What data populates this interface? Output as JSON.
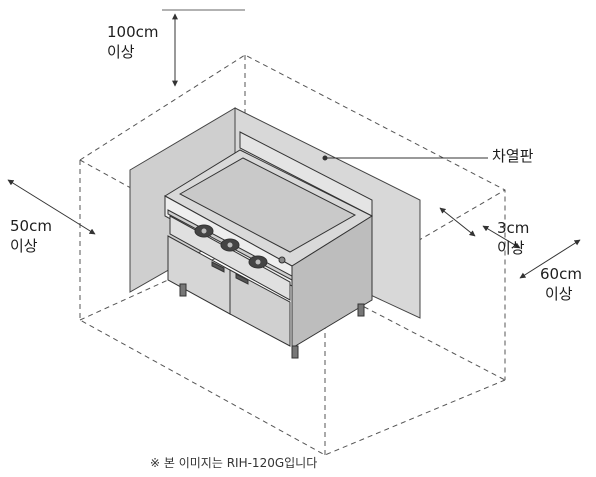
{
  "labels": {
    "top_value": "100cm",
    "top_suffix": "이상",
    "left_value": "50cm",
    "left_suffix": "이상",
    "gap_value": "3cm",
    "gap_suffix": "이상",
    "right_value": "60cm",
    "right_suffix": "이상",
    "panel": "차열판"
  },
  "footnote": "※ 본 이미지는 RIH-120G입니다",
  "colors": {
    "line": "#444444",
    "dash": "#555555",
    "panel_fill": "#cfcfcf",
    "steel_light": "#e6e6e6",
    "steel_mid": "#cccccc",
    "steel_dark": "#9a9a9a"
  }
}
